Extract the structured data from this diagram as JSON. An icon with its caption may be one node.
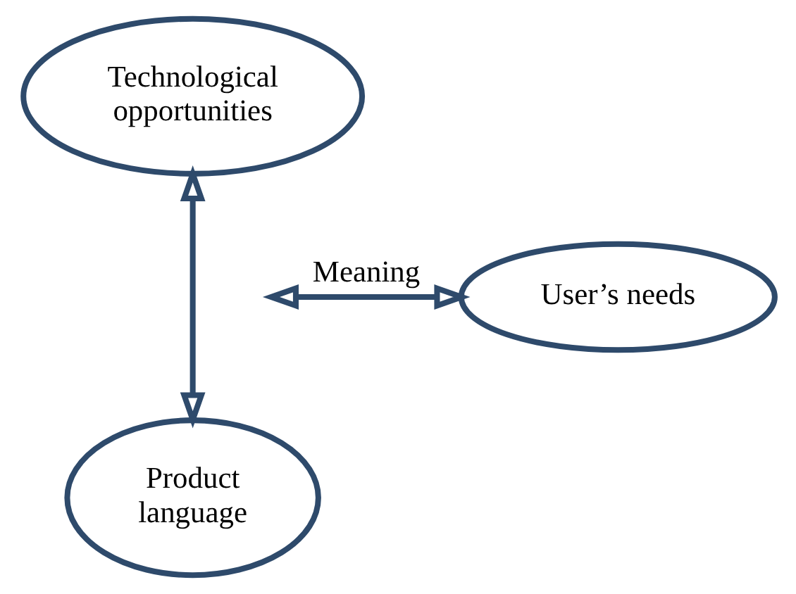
{
  "diagram": {
    "nodes": [
      {
        "text": [
          "Technological opportunities"
        ]
      },
      {
        "text": [
          "Product language"
        ]
      },
      {
        "text": [
          "User’s needs"
        ]
      }
    ],
    "edges": [
      {
        "from": 0,
        "to": 1,
        "arrow": "both"
      },
      {
        "from": null,
        "to": 2,
        "arrow": "both",
        "label": "Meaning"
      }
    ]
  }
}
